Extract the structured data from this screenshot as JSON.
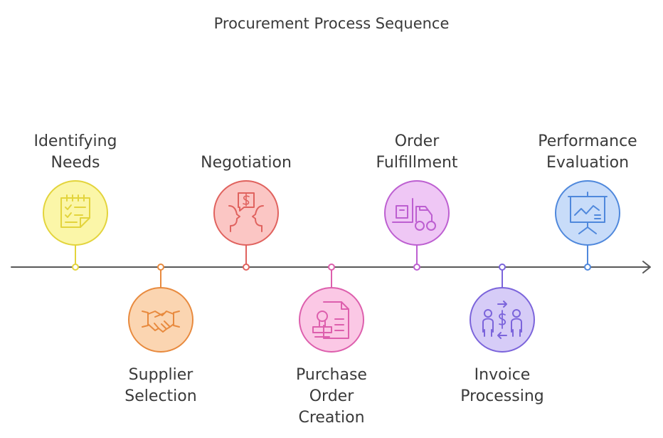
{
  "title": "Procurement Process Sequence",
  "stages": [
    {
      "id": "identifying-needs",
      "lines": [
        "Identifying",
        "Needs"
      ],
      "icon": "checklist-icon",
      "position": "above",
      "fill": "#fbf6a8",
      "stroke": "#e3d43c"
    },
    {
      "id": "supplier-selection",
      "lines": [
        "Supplier",
        "Selection"
      ],
      "icon": "handshake-icon",
      "position": "below",
      "fill": "#fbd5b1",
      "stroke": "#e88a3e"
    },
    {
      "id": "negotiation",
      "lines": [
        "Negotiation"
      ],
      "icon": "negotiation-icon",
      "position": "above",
      "fill": "#fbc6c4",
      "stroke": "#e0625e"
    },
    {
      "id": "purchase-order-creation",
      "lines": [
        "Purchase",
        "Order",
        "Creation"
      ],
      "icon": "purchase-order-icon",
      "position": "below",
      "fill": "#fbc8e5",
      "stroke": "#dd5fad"
    },
    {
      "id": "order-fulfillment",
      "lines": [
        "Order",
        "Fulfillment"
      ],
      "icon": "forklift-icon",
      "position": "above",
      "fill": "#efc7f5",
      "stroke": "#bd5fd1"
    },
    {
      "id": "invoice-processing",
      "lines": [
        "Invoice",
        "Processing"
      ],
      "icon": "invoice-exchange-icon",
      "position": "below",
      "fill": "#d6ccf7",
      "stroke": "#7b64db"
    },
    {
      "id": "performance-evaluation",
      "lines": [
        "Performance",
        "Evaluation"
      ],
      "icon": "presentation-chart-icon",
      "position": "above",
      "fill": "#c8dcf9",
      "stroke": "#4f88dc"
    }
  ],
  "colors": {
    "text": "#3a3a3a",
    "timeline": "#595959"
  }
}
